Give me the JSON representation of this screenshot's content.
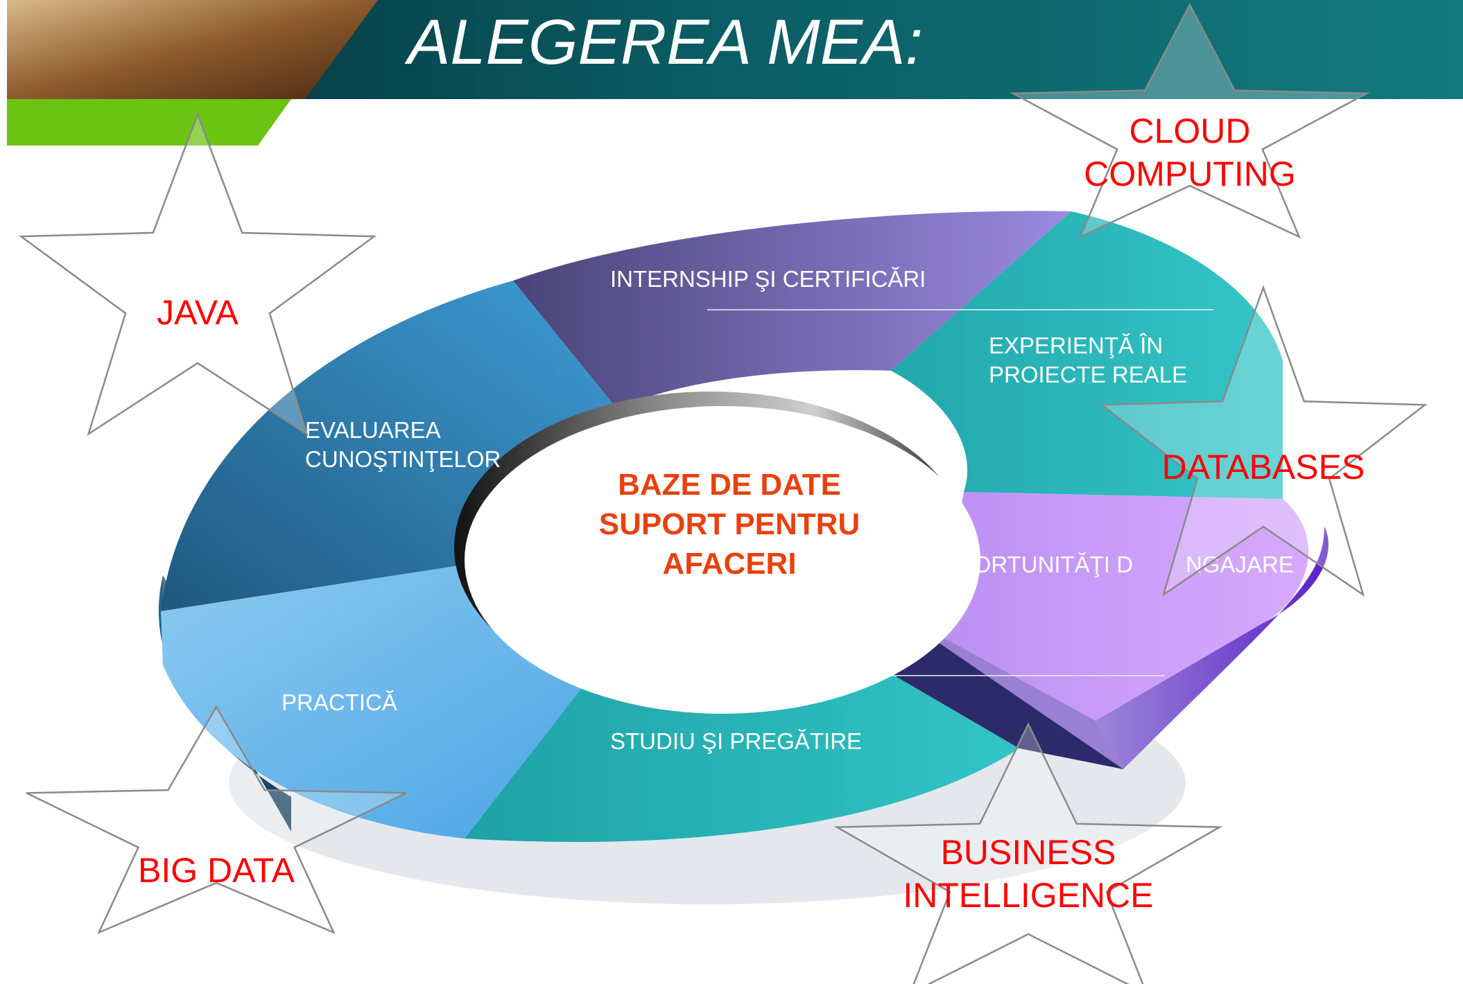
{
  "slide": {
    "title": "ALEGEREA MEA:",
    "colors": {
      "header_teal": "#0f7478",
      "header_dark": "#063c44",
      "accent_green": "#6cc314",
      "star_text": "#ff0000",
      "center_text": "#e8410e"
    }
  },
  "diagram": {
    "center_label_lines": [
      "BAZE DE DATE",
      "SUPORT PENTRU",
      "AFACERI"
    ],
    "segments": [
      {
        "label_lines": [
          "INTERNSHIP ŞI CERTIFICĂRI"
        ],
        "color": "#7b70bd"
      },
      {
        "label_lines": [
          "EXPERIENŢĂ ÎN",
          "PROIECTE REALE"
        ],
        "color": "#2ebcbe"
      },
      {
        "label_lines": [
          "OPORTUNITĂŢI D",
          "NGAJARE"
        ],
        "color": "#c392f7"
      },
      {
        "label_lines": [
          "STUDIU ŞI PREGĂTIRE"
        ],
        "color": "#29b7b9"
      },
      {
        "label_lines": [
          "PRACTICĂ"
        ],
        "color": "#64b4e8"
      },
      {
        "label_lines": [
          "EVALUAREA",
          "CUNOŞTINŢELOR"
        ],
        "color": "#2e6f99"
      }
    ]
  },
  "stars": [
    {
      "label_lines": [
        "JAVA"
      ]
    },
    {
      "label_lines": [
        "CLOUD",
        "COMPUTING"
      ]
    },
    {
      "label_lines": [
        "DATABASES"
      ]
    },
    {
      "label_lines": [
        "BIG DATA"
      ]
    },
    {
      "label_lines": [
        "BUSINESS",
        "INTELLIGENCE"
      ]
    }
  ]
}
